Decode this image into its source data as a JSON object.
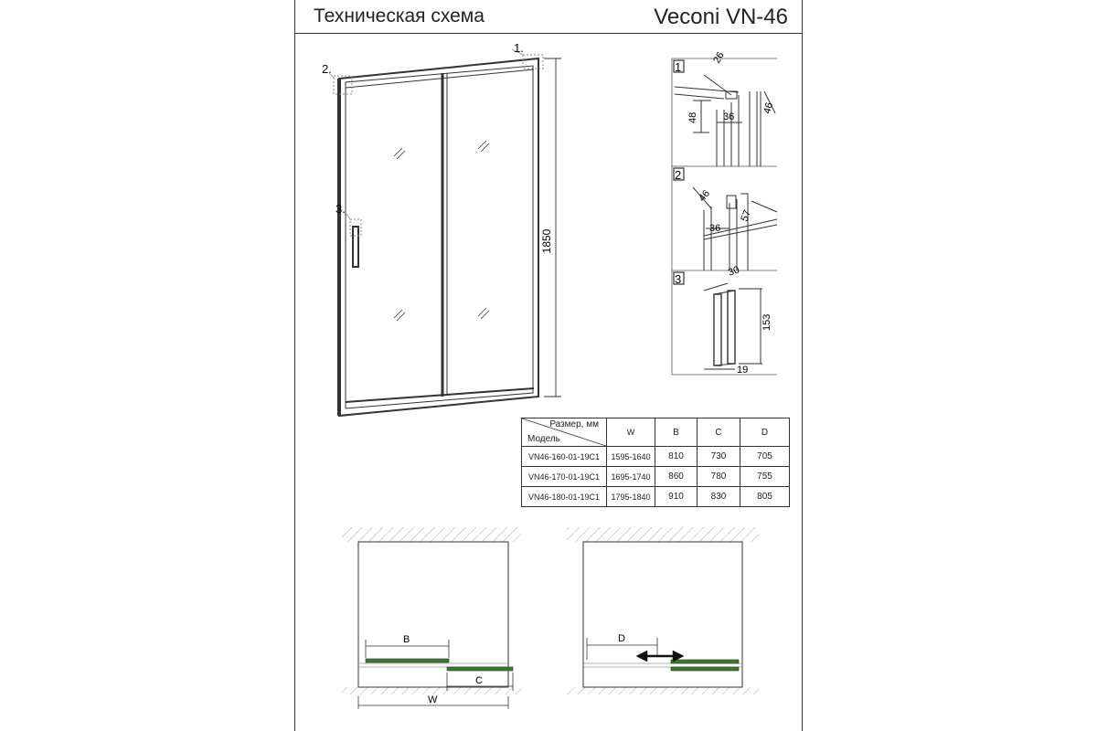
{
  "header": {
    "title_left": "Техническая схема",
    "title_right": "Veconi VN-46"
  },
  "drawing": {
    "callouts": [
      "1.",
      "2.",
      "3."
    ],
    "height_dim": "1850"
  },
  "details": [
    {
      "num": "1",
      "dims": [
        "26",
        "48",
        "36",
        "46"
      ]
    },
    {
      "num": "2",
      "dims": [
        "46",
        "36",
        "57"
      ]
    },
    {
      "num": "3",
      "dims": [
        "30",
        "153",
        "19"
      ]
    }
  ],
  "table": {
    "header_top": "Размер, мм",
    "header_bottom": "Модель",
    "columns": [
      "W",
      "B",
      "C",
      "D"
    ],
    "rows": [
      {
        "model": "VN46-160-01-19C1",
        "w": "1595-1640",
        "b": "810",
        "c": "730",
        "d": "705"
      },
      {
        "model": "VN46-170-01-19C1",
        "w": "1695-1740",
        "b": "860",
        "c": "780",
        "d": "755"
      },
      {
        "model": "VN46-180-01-19C1",
        "w": "1795-1840",
        "b": "910",
        "c": "830",
        "d": "805"
      }
    ]
  },
  "plans": {
    "left_labels": [
      "B",
      "C",
      "W"
    ],
    "right_labels": [
      "D"
    ]
  },
  "colors": {
    "glass": "#3a7a2a",
    "line": "#333333",
    "wall_hatch": "#999999"
  }
}
